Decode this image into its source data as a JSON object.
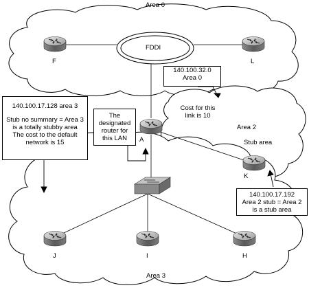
{
  "areas": {
    "area0": "Area 0",
    "area2": "Area 2",
    "area3": "Area 3",
    "stub_area": "Stub area"
  },
  "ring": {
    "label": "FDDI"
  },
  "routers": {
    "F": "F",
    "L": "L",
    "A": "A",
    "K": "K",
    "J": "J",
    "I": "I",
    "H": "H"
  },
  "callouts": {
    "net_area0": {
      "line1": "140.100.32.0",
      "line2": "Area 0"
    },
    "cost_link": {
      "line1": "Cost for this",
      "line2": "link is 10"
    },
    "area3_box": {
      "line1": "140.100.17.128 area 3",
      "line2": "Stub no summary = Area 3",
      "line3": "is a totally stubby area",
      "line4": "The cost to the default",
      "line5": "network is 15"
    },
    "dr_box": {
      "line1": "The",
      "line2": "designated",
      "line3": "router for",
      "line4": "this LAN"
    },
    "area2_box": {
      "line1": "140.100.17.192",
      "line2": "Area 2 stub = Area 2",
      "line3": "is a stub area"
    }
  },
  "colors": {
    "router_top": "#c9c9c9",
    "router_side": "#6f6f6f",
    "switch": "#8a8a8a",
    "outline": "#000000"
  },
  "icons": {
    "router": "router-icon",
    "switch": "switch-icon"
  }
}
